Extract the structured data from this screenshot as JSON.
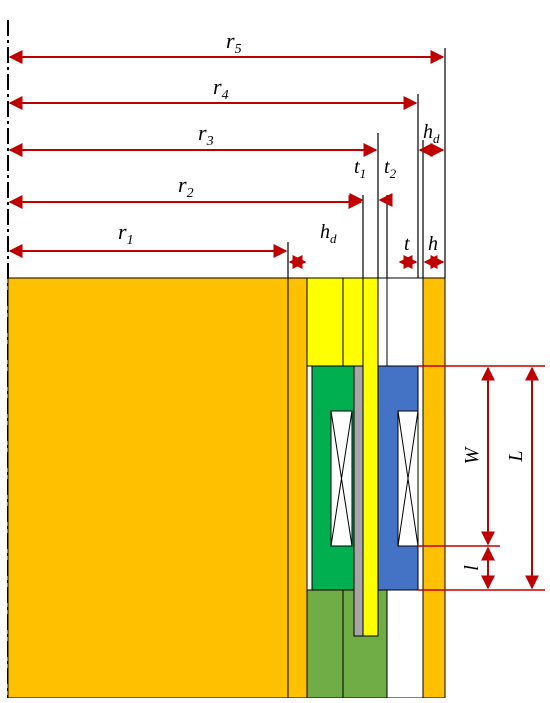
{
  "labels": {
    "r1": "r",
    "r1_sub": "1",
    "r2": "r",
    "r2_sub": "2",
    "r3": "r",
    "r3_sub": "3",
    "r4": "r",
    "r4_sub": "4",
    "r5": "r",
    "r5_sub": "5",
    "t1": "t",
    "t1_sub": "1",
    "t2": "t",
    "t2_sub": "2",
    "hd_top": "h",
    "hd_top_sub": "d",
    "hd_mid": "h",
    "hd_mid_sub": "d",
    "t": "t",
    "h": "h",
    "W": "W",
    "L": "L",
    "l": "l"
  },
  "colors": {
    "core": "#FFC000",
    "yellow": "#FFFF00",
    "green": "#00B050",
    "olive": "#70AD47",
    "blue": "#4472C4",
    "gray": "#A6A6A6",
    "arrow": "#C00000",
    "outline": "#000000"
  }
}
